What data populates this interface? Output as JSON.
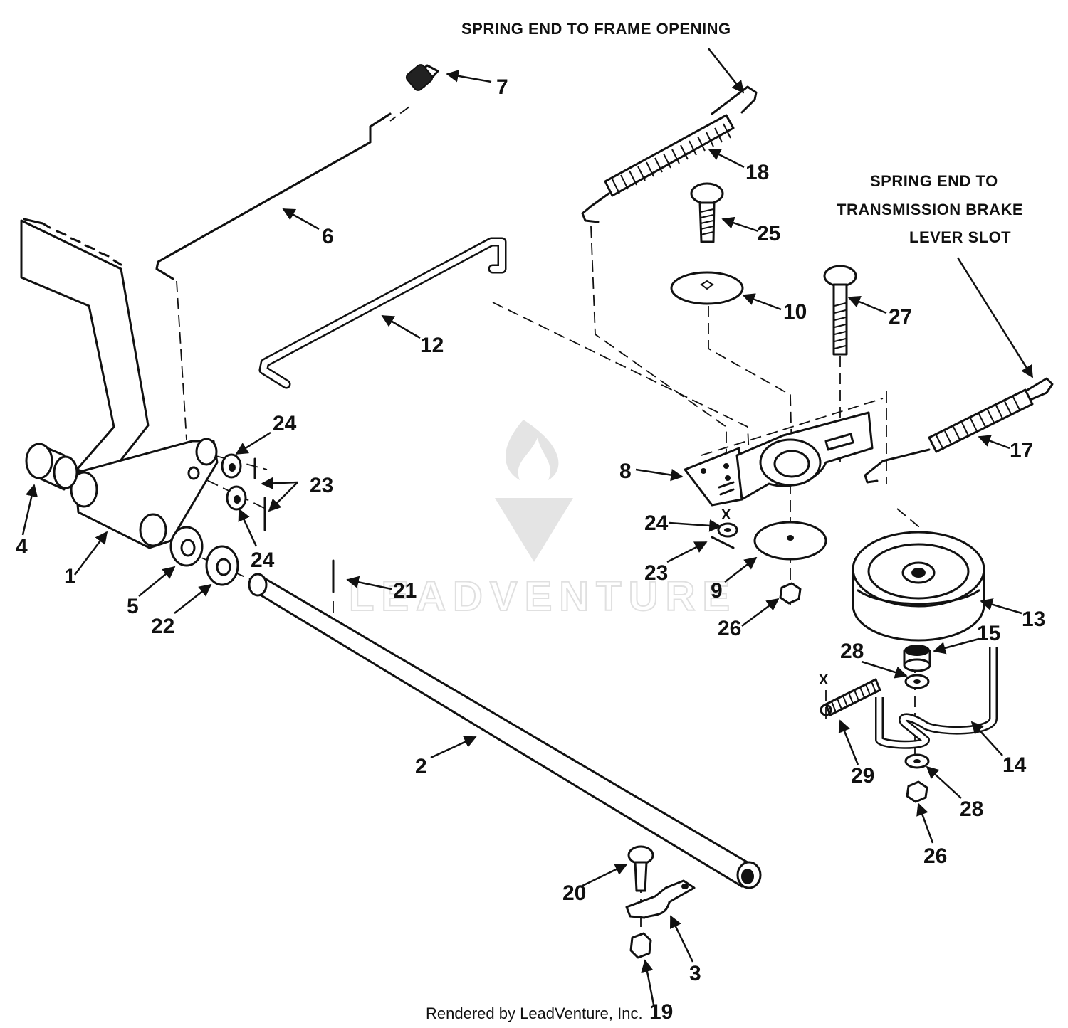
{
  "diagram": {
    "notes": {
      "frame_opening": "SPRING END TO FRAME OPENING",
      "brake_line1": "SPRING END TO",
      "brake_line2": "TRANSMISSION BRAKE",
      "brake_line3": "LEVER SLOT"
    },
    "callouts": {
      "n1": "1",
      "n2": "2",
      "n3": "3",
      "n4": "4",
      "n5": "5",
      "n6": "6",
      "n7": "7",
      "n8": "8",
      "n9": "9",
      "n10": "10",
      "n12": "12",
      "n13": "13",
      "n14": "14",
      "n15": "15",
      "n17": "17",
      "n18": "18",
      "n19": "19",
      "n20": "20",
      "n21": "21",
      "n22": "22",
      "n23": "23",
      "n24a": "24",
      "n24b": "24",
      "n24c": "24",
      "n25": "25",
      "n26a": "26",
      "n26b": "26",
      "n27": "27",
      "n28a": "28",
      "n28b": "28",
      "n29": "29"
    },
    "markers": {
      "x1": "X",
      "x2": "X"
    },
    "watermark": "LEADVENTURE",
    "credit": "Rendered by LeadVenture, Inc."
  }
}
